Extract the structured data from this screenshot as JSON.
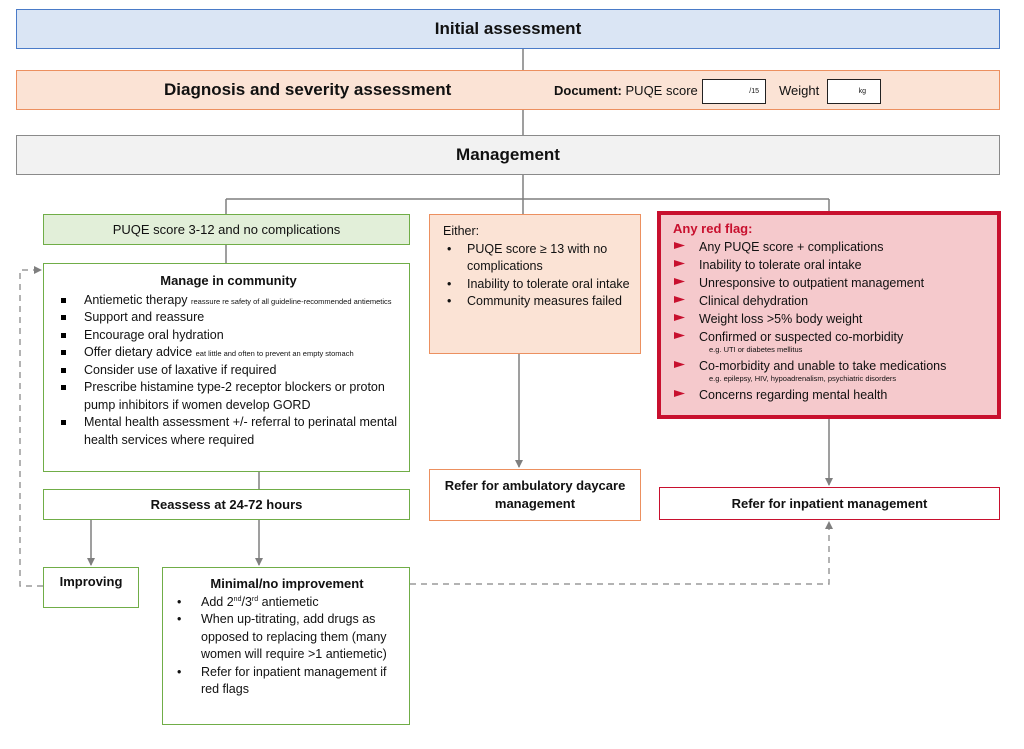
{
  "initial": {
    "title": "Initial assessment"
  },
  "diagnosis": {
    "title": "Diagnosis and severity assessment",
    "document_label": "Document:",
    "puqe_label": "PUQE score",
    "puqe_unit": "/15",
    "weight_label": "Weight",
    "weight_unit": "kg"
  },
  "management": {
    "title": "Management"
  },
  "community_branch": {
    "header": "PUQE score 3-12 and no complications",
    "title": "Manage in community",
    "items": [
      {
        "text": "Antiemetic therapy",
        "note": "reassure re safety of all guideline-recommended antiemetics"
      },
      {
        "text": "Support and reassure"
      },
      {
        "text": "Encourage oral hydration"
      },
      {
        "text": "Offer dietary advice",
        "note": "eat little and often to prevent an empty stomach"
      },
      {
        "text": "Consider use of laxative if required"
      },
      {
        "text": "Prescribe histamine type-2 receptor blockers or proton pump inhibitors if women develop GORD"
      },
      {
        "text": "Mental health assessment +/- referral to perinatal mental health services where required"
      }
    ],
    "reassess": "Reassess at 24-72 hours",
    "improving": "Improving",
    "minimal": {
      "title": "Minimal/no improvement",
      "item1_pre": "Add 2",
      "item1_sup1": "nd",
      "item1_mid": "/3",
      "item1_sup2": "rd",
      "item1_post": " antiemetic",
      "item2": "When up-titrating, add drugs as opposed to replacing them (many women will require >1 antiemetic)",
      "item3": "Refer for inpatient management if red flags"
    }
  },
  "ambulatory_branch": {
    "intro": "Either:",
    "items": [
      "PUQE score ≥ 13 with no complications",
      "Inability to tolerate oral intake",
      "Community measures failed"
    ],
    "refer": "Refer for ambulatory daycare management"
  },
  "redflag_branch": {
    "title": "Any red flag:",
    "items": [
      "Any PUQE score + complications",
      "Inability to tolerate oral intake",
      "Unresponsive to outpatient management",
      "Clinical dehydration",
      "Weight loss >5% body weight",
      "Confirmed or suspected co-morbidity",
      "Co-morbidity and unable to take medications",
      "Concerns regarding mental health"
    ],
    "sub_comorbidity": "e.g. UTI or diabetes mellitus",
    "sub_medications": "e.g. epilepsy, HIV, hypoadrenalism, psychiatric disorders",
    "refer": "Refer for inpatient management"
  },
  "colors": {
    "blue_fill": "#dae5f4",
    "orange_fill": "#fbe3d5",
    "green_fill": "#e2efd9",
    "green_border": "#70ad47",
    "red_border": "#c8102e",
    "red_fill": "#f5c9cc",
    "connector": "#7f7f7f"
  }
}
